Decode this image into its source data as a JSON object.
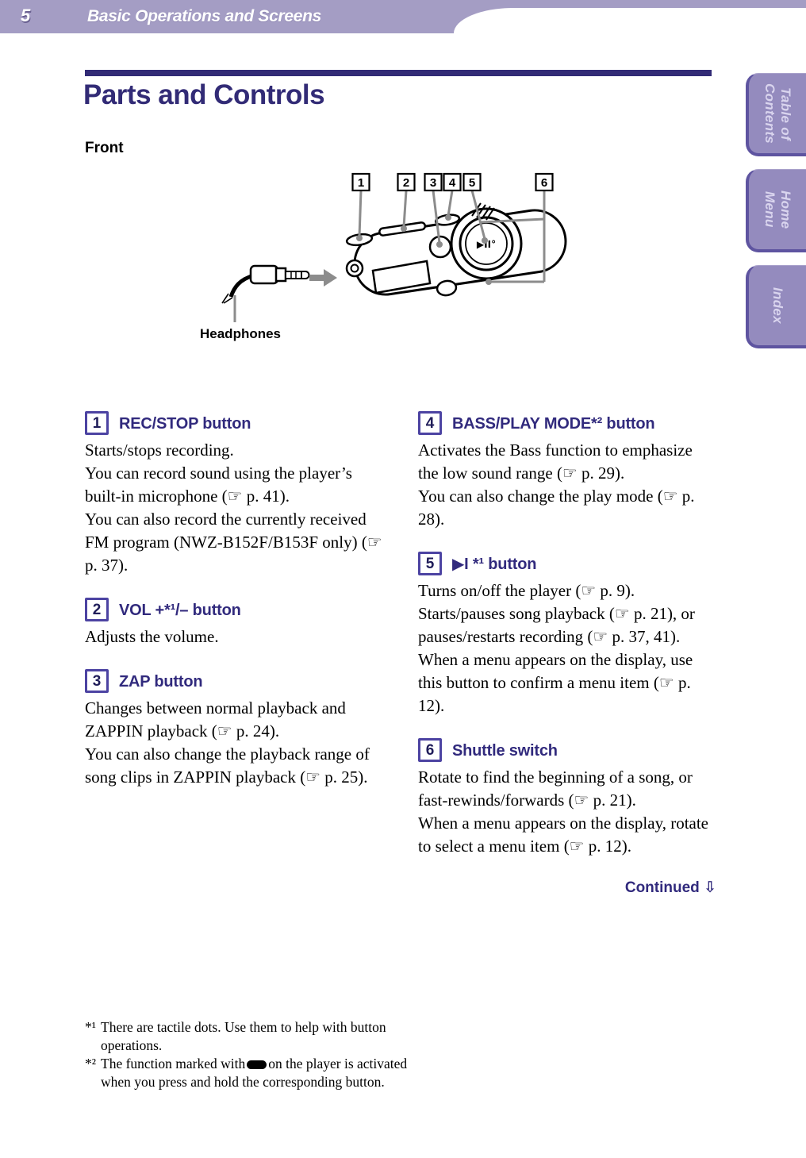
{
  "page": {
    "number": "5",
    "header_title": "Basic Operations and Screens"
  },
  "side_tabs": [
    {
      "lines": [
        "Table of",
        "Contents"
      ]
    },
    {
      "lines": [
        "Home",
        "Menu"
      ]
    },
    {
      "lines": [
        "Index",
        ""
      ]
    }
  ],
  "title": "Parts and Controls",
  "subtitle": "Front",
  "diagram": {
    "callouts": [
      "1",
      "2",
      "3",
      "4",
      "5",
      "6"
    ],
    "headphones_label": "Headphones",
    "play_glyphs": "▶II°"
  },
  "sections_left": [
    {
      "num": "1",
      "title": "REC/STOP button",
      "paragraphs": [
        "Starts/stops recording.",
        "You can record sound using the player’s built-in microphone (☞ p. 41).",
        "You can also record the currently received FM program (NWZ-B152F/B153F only) (☞ p. 37)."
      ]
    },
    {
      "num": "2",
      "title": "VOL +*¹/– button",
      "paragraphs": [
        "Adjusts the volume."
      ]
    },
    {
      "num": "3",
      "title": "ZAP button",
      "paragraphs": [
        "Changes between normal playback and ZAPPIN playback (☞ p. 24).",
        "You can also change the playback range of song clips in ZAPPIN playback (☞ p. 25)."
      ]
    }
  ],
  "sections_right": [
    {
      "num": "4",
      "title": "BASS/PLAY MODE*² button",
      "paragraphs": [
        "Activates the Bass function to emphasize the low sound range (☞ p. 29).",
        "You can also change the play mode (☞ p. 28)."
      ]
    },
    {
      "num": "5",
      "title": "▶I *¹ button",
      "paragraphs": [
        "Turns on/off the player (☞ p. 9).",
        "Starts/pauses song playback (☞ p. 21), or pauses/restarts recording (☞ p. 37, 41).",
        "When a menu appears on the display, use this button to confirm a menu item (☞ p. 12)."
      ]
    },
    {
      "num": "6",
      "title": "Shuttle switch",
      "paragraphs": [
        "Rotate to find the beginning of a song, or fast-rewinds/forwards (☞ p. 21).",
        "When a menu appears on the display, rotate to select a menu item (☞ p. 12)."
      ]
    }
  ],
  "continued": {
    "label": "Continued",
    "arrow": "⇩"
  },
  "footnotes": [
    {
      "marker": "*¹",
      "text": "There are tactile dots. Use them to help with button operations."
    },
    {
      "marker": "*²",
      "text_before": "The function marked with",
      "text_after": "on the player is activated when you press and hold the corresponding button."
    }
  ],
  "colors": {
    "header_bg": "#a49dc4",
    "accent": "#312a7d",
    "tab_bg": "#948bbe",
    "tab_border": "#5e54a0",
    "leader_gray": "#8c8c8c"
  }
}
